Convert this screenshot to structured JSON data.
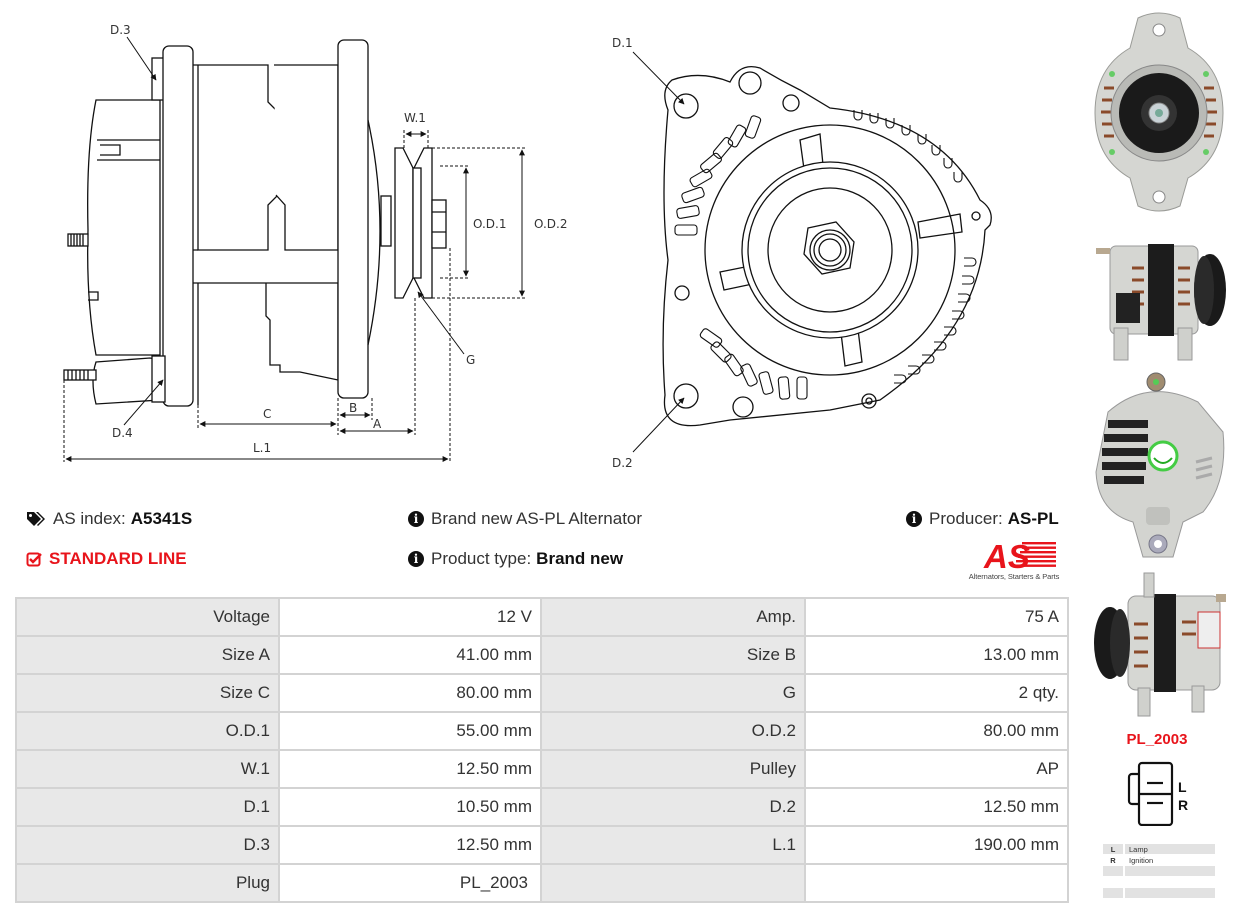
{
  "drawings": {
    "side_view": {
      "labels": {
        "d3": "D.3",
        "d4": "D.4",
        "w1": "W.1",
        "od1": "O.D.1",
        "od2": "O.D.2",
        "g": "G",
        "c": "C",
        "b": "B",
        "a": "A",
        "l1": "L.1"
      }
    },
    "front_view": {
      "labels": {
        "d1": "D.1",
        "d2": "D.2"
      }
    }
  },
  "info": {
    "as_index_label": "AS index:",
    "as_index_value": "A5341S",
    "standard_line": "STANDARD LINE",
    "description": "Brand new AS-PL Alternator",
    "product_type_label": "Product type:",
    "product_type_value": "Brand new",
    "producer_label": "Producer:",
    "producer_value": "AS-PL",
    "icons": {
      "as_index": "tags-icon",
      "standard_line": "check-square-icon",
      "description": "info-circle-icon",
      "product_type": "info-circle-icon",
      "producer": "info-circle-icon"
    }
  },
  "logo": {
    "text": "AS",
    "tagline": "Alternators, Starters & Parts",
    "color": "#e8141b"
  },
  "specs": [
    {
      "label1": "Voltage",
      "value1": "12 V",
      "label2": "Amp.",
      "value2": "75 A"
    },
    {
      "label1": "Size A",
      "value1": "41.00 mm",
      "label2": "Size B",
      "value2": "13.00 mm"
    },
    {
      "label1": "Size C",
      "value1": "80.00 mm",
      "label2": "G",
      "value2": "2 qty."
    },
    {
      "label1": "O.D.1",
      "value1": "55.00 mm",
      "label2": "O.D.2",
      "value2": "80.00 mm"
    },
    {
      "label1": "W.1",
      "value1": "12.50 mm",
      "label2": "Pulley",
      "value2": "AP"
    },
    {
      "label1": "D.1",
      "value1": "10.50 mm",
      "label2": "D.2",
      "value2": "12.50 mm"
    },
    {
      "label1": "D.3",
      "value1": "12.50 mm",
      "label2": "L.1",
      "value2": "190.00 mm"
    },
    {
      "label1": "Plug",
      "value1": "PL_2003",
      "label2": "",
      "value2": ""
    }
  ],
  "plug": {
    "title": "PL_2003",
    "pin_labels": [
      "L",
      "R"
    ],
    "pins": [
      {
        "pin": "L",
        "name": "Lamp"
      },
      {
        "pin": "R",
        "name": "Ignition"
      },
      {
        "pin": "",
        "name": ""
      },
      {
        "pin": "",
        "name": ""
      },
      {
        "pin": "",
        "name": ""
      }
    ]
  },
  "photos": [
    "alternator-front-photo",
    "alternator-side-photo",
    "alternator-rear-photo",
    "alternator-side-pulley-photo"
  ],
  "colors": {
    "accent_red": "#e8141b",
    "label_cell_bg": "#e8e8e8",
    "table_border": "#d3d3d3"
  }
}
